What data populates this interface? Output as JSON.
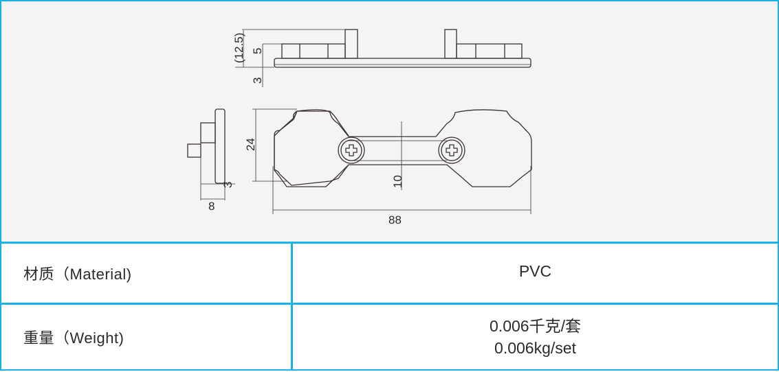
{
  "drawing": {
    "dimensions": {
      "height_total": "(12.5)",
      "block_height": "5",
      "base_thickness": "3",
      "width": "24",
      "bar_width": "10",
      "length": "88",
      "side_depth": "8",
      "side_thickness": "3"
    }
  },
  "table": {
    "rows": [
      {
        "label": "材质（Material)",
        "values": [
          "PVC"
        ]
      },
      {
        "label": "重量（Weight)",
        "values": [
          "0.006千克/套",
          "0.006kg/set"
        ]
      }
    ]
  },
  "colors": {
    "border": "#1ab0ec",
    "drawing_bg": "#f4f4f4",
    "line": "#3a3030"
  }
}
